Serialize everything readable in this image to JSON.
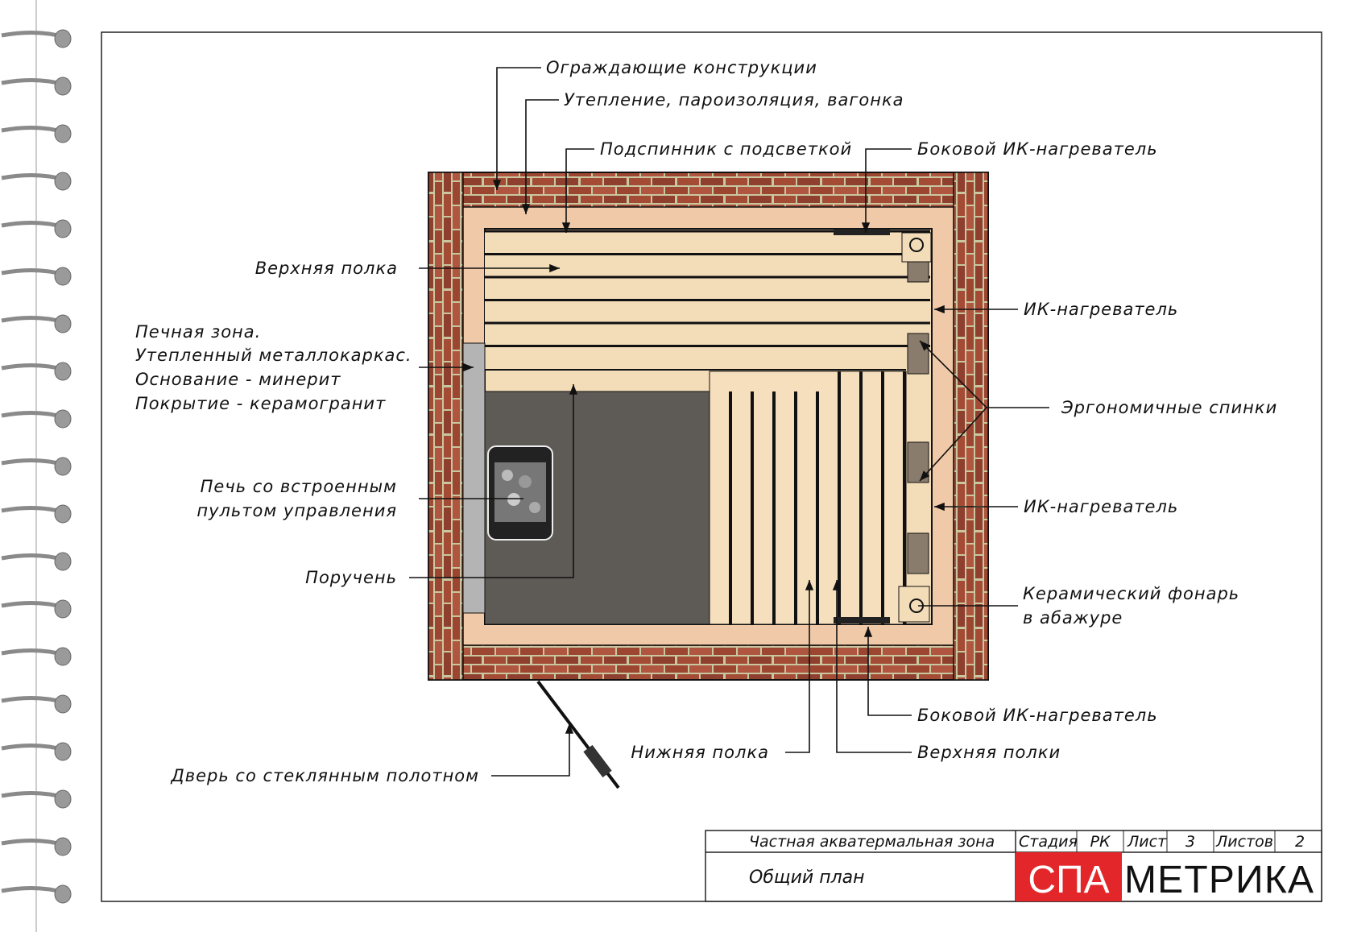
{
  "labels": {
    "enclosing": "Ограждающие конструкции",
    "insulation": "Утепление, пароизоляция, вагонка",
    "backrest_light": "Подспинник с подсветкой",
    "side_ir_top": "Боковой ИК-нагреватель",
    "upper_bench": "Верхняя полка",
    "stove_zone": [
      "Печная зона.",
      "Утепленный металлокаркас.",
      "Основание - минерит",
      "Покрытие - керамогранит"
    ],
    "stove": [
      "Печь со встроенным",
      "пультом управления"
    ],
    "handrail": "Поручень",
    "ir_heater_1": "ИК-нагреватель",
    "ergonomic_backs": "Эргономичные спинки",
    "ir_heater_2": "ИК-нагреватель",
    "lamp": [
      "Керамический фонарь",
      "в абажуре"
    ],
    "side_ir_bottom": "Боковой ИК-нагреватель",
    "lower_bench": "Нижняя полка",
    "upper_benches": "Верхняя полки",
    "door": "Дверь со стеклянным полотном"
  },
  "title_block": {
    "project": "Частная акватермальная зона",
    "stage_label": "Стадия",
    "stage": "РК",
    "sheet_label": "Лист",
    "sheet": "3",
    "sheets_label": "Листов",
    "sheets": "2",
    "drawing": "Общий план",
    "logo_red": "СПА",
    "logo_black": "МЕТРИКА"
  },
  "colors": {
    "logo_red": "#e3262a",
    "brick": "#9b4a36",
    "wood": "#f3d9b5",
    "tile": "#5e5a56"
  }
}
